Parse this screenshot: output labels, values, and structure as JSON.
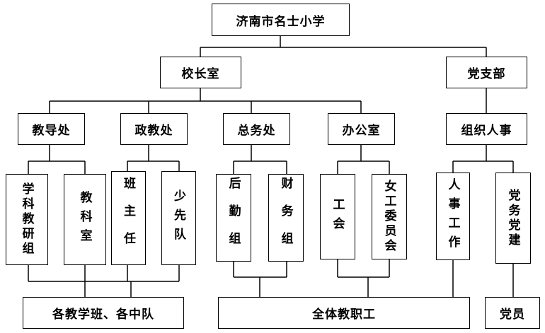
{
  "root": "济南市名士小学",
  "level1": {
    "principal_office": "校长室",
    "party_branch": "党支部"
  },
  "level2": {
    "academic_affairs": "教导处",
    "political_education": "政教处",
    "general_affairs": "总务处",
    "office": "办公室",
    "organization_personnel": "组织人事"
  },
  "level3": {
    "teaching_research_group": "学科教研组",
    "teaching_section": "教科室",
    "head_teachers": "班主任",
    "young_pioneers": "少先队",
    "logistics_group": "后勤组",
    "finance_group": "财务组",
    "labor_union": "工会",
    "women_committee": "女工委员会",
    "personnel_work": "人事工作",
    "party_building": "党务党建"
  },
  "level4": {
    "classes_squadrons": "各教学班、各中队",
    "all_staff": "全体教职工",
    "party_members": "党员"
  }
}
